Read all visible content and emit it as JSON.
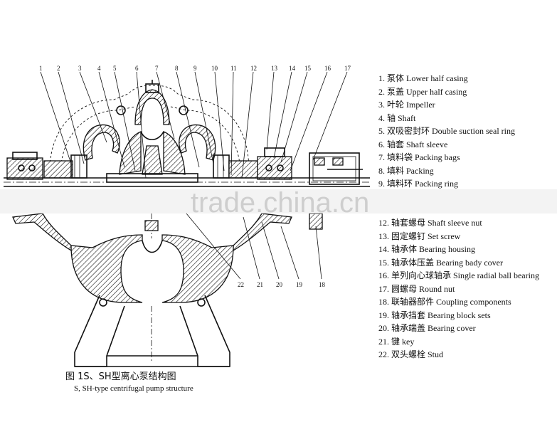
{
  "part_numbers": [
    "1",
    "2",
    "3",
    "4",
    "5",
    "6",
    "7",
    "8",
    "9",
    "10",
    "11",
    "12",
    "13",
    "14",
    "15",
    "16",
    "17"
  ],
  "bottom_numbers": [
    "22",
    "21",
    "20",
    "19",
    "18"
  ],
  "legend": [
    "1. 泵体 Lower half casing",
    "2. 泵盖 Upper half casing",
    "3. 叶轮 Impeller",
    "4. 轴 Shaft",
    "5. 双吸密封环 Double suction seal ring",
    "6. 轴套 Shaft sleeve",
    "7. 填料袋 Packing bags",
    "8. 填料 Packing",
    "9. 填料环 Packing ring",
    "12. 轴套螺母 Shaft sleeve nut",
    "13. 固定螺钉 Set screw",
    "14. 轴承体 Bearing housing",
    "15. 轴承体压盖 Bearing bady cover",
    "16. 单列向心球轴承 Single radial ball bearing",
    "17. 圆螺母 Round nut",
    "18. 联轴器部件 Coupling components",
    "19. 轴承挡套 Bearing block sets",
    "20. 轴承端盖 Bearing cover",
    "21. 键 key",
    "22. 双头螺栓 Stud"
  ],
  "caption": {
    "chinese": "图 1S、SH型离心泵结构图",
    "english": "S, SH-type centrifugal pump structure"
  },
  "watermark": "trade.china.cn"
}
